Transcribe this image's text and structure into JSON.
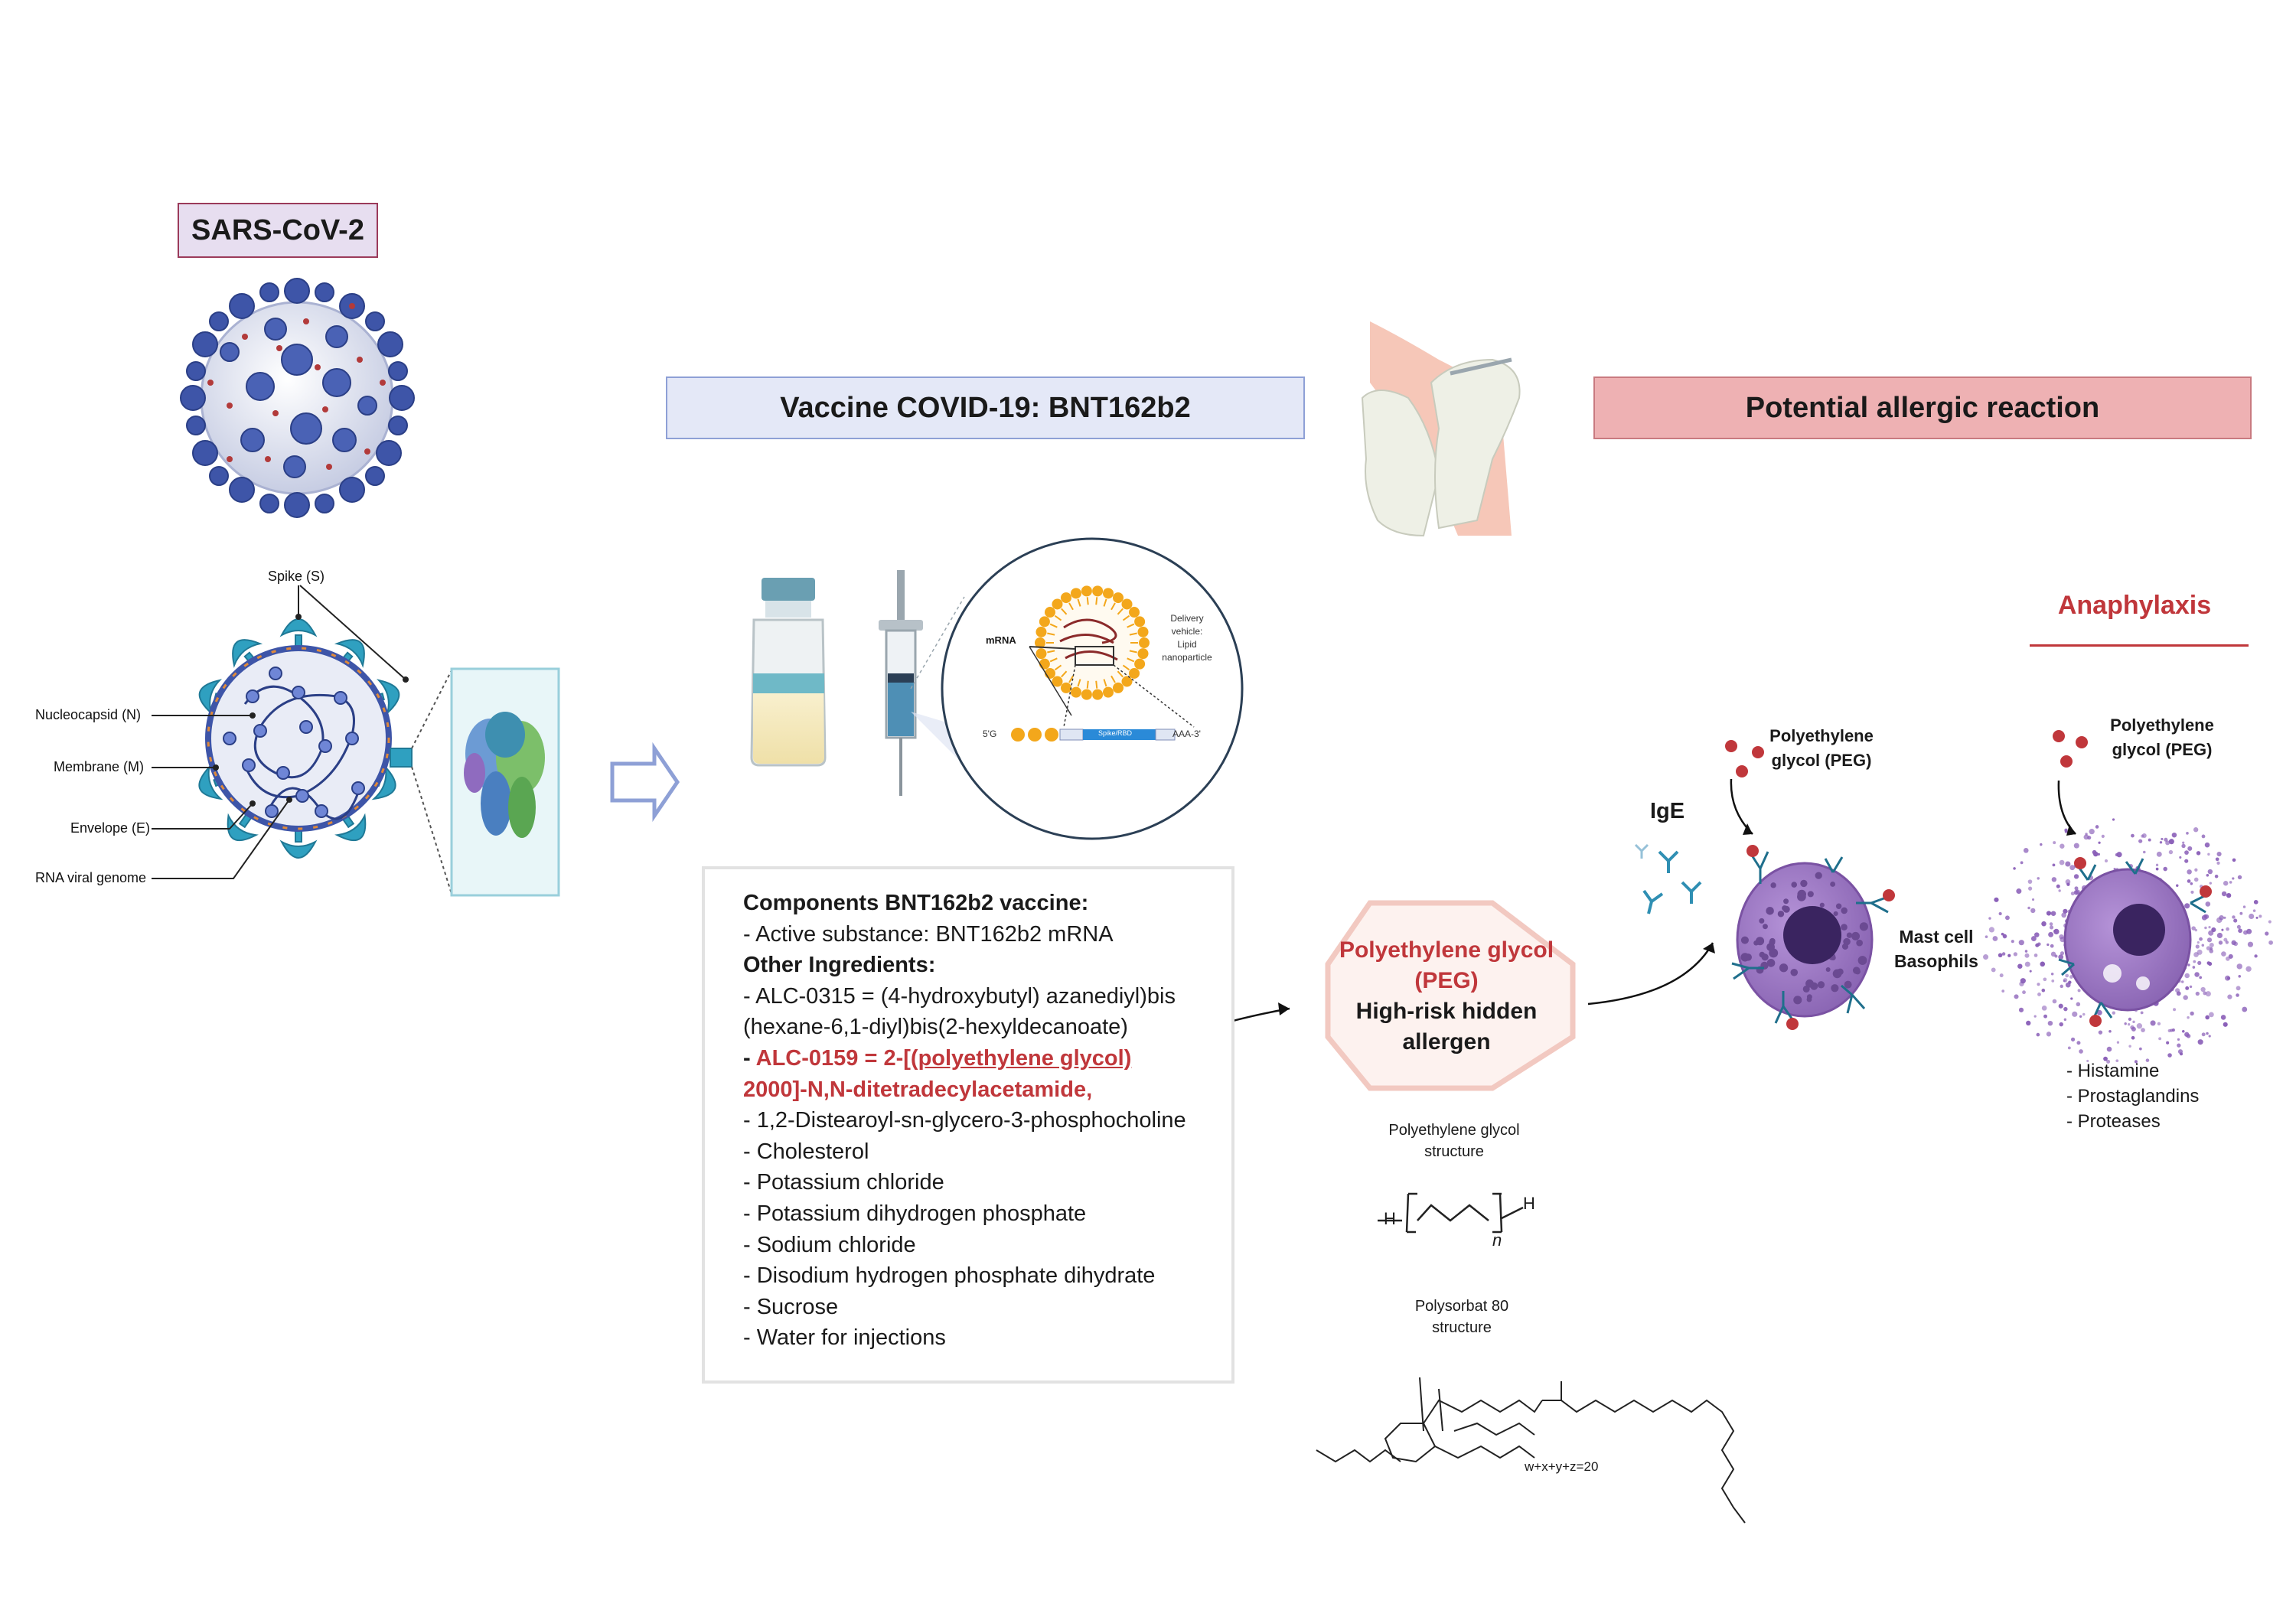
{
  "titles": {
    "sars": "SARS-CoV-2",
    "vaccine": "Vaccine COVID-19: BNT162b2",
    "allergy": "Potential allergic reaction"
  },
  "virus_labels": {
    "spike": "Spike (S)",
    "nucleocapsid": "Nucleocapsid (N)",
    "membrane": "Membrane (M)",
    "envelope": "Envelope (E)",
    "rna": "RNA viral genome"
  },
  "lnp": {
    "mrna": "mRNA",
    "delivery": [
      "Delivery",
      "vehicle:",
      "Lipid",
      "nanoparticle"
    ],
    "five_prime": "5'G",
    "three_prime": "AAA-3'",
    "spike_rbd": "Spike/RBD"
  },
  "components": {
    "heading": "Components BNT162b2 vaccine:",
    "active": "- Active substance: BNT162b2 mRNA",
    "other_heading": "Other Ingredients:",
    "alc0315_l1": "- ALC-0315 = (4-hydroxybutyl) azanediyl)bis",
    "alc0315_l2": "(hexane-6,1-diyl)bis(2-hexyldecanoate)",
    "alc0159_dash": "- ",
    "alc0159_a": "ALC-0159 = 2-[(",
    "alc0159_u": "polyethylene glycol)",
    "alc0159_l2": "2000]-N,N-ditetradecylacetamide,",
    "items": [
      "- 1,2-Distearoyl-sn-glycero-3-phosphocholine",
      "- Cholesterol",
      "- Potassium chloride",
      "- Potassium dihydrogen phosphate",
      "- Sodium chloride",
      "- Disodium hydrogen phosphate dihydrate",
      "- Sucrose",
      "- Water for injections"
    ]
  },
  "peg": {
    "name_l1": "Polyethylene glycol",
    "name_l2": "(PEG)",
    "risk_l1": "High-risk hidden",
    "risk_l2": "allergen",
    "structure_l1": "Polyethylene glycol",
    "structure_l2": "structure",
    "poly_l1": "Polysorbat 80",
    "poly_l2": "structure",
    "formula": "w+x+y+z=20",
    "sub_n": "n"
  },
  "allergy": {
    "ige": "IgE",
    "peg_l1": "Polyethylene",
    "peg_l2": "glycol (PEG)",
    "mast": "Mast cell",
    "basophils": "Basophils",
    "anaphylaxis": "Anaphylaxis",
    "peg2_l1": "Polyethylene",
    "peg2_l2": "glycol (PEG)",
    "mediators": [
      "- Histamine",
      "- Prostaglandins",
      "- Proteases"
    ]
  },
  "colors": {
    "virus_blue": "#3e55a8",
    "teal": "#2f8fb3",
    "red_accent": "#c0373b",
    "lipid_orange": "#f3a71b",
    "cell_purple": "#9a72c2"
  }
}
